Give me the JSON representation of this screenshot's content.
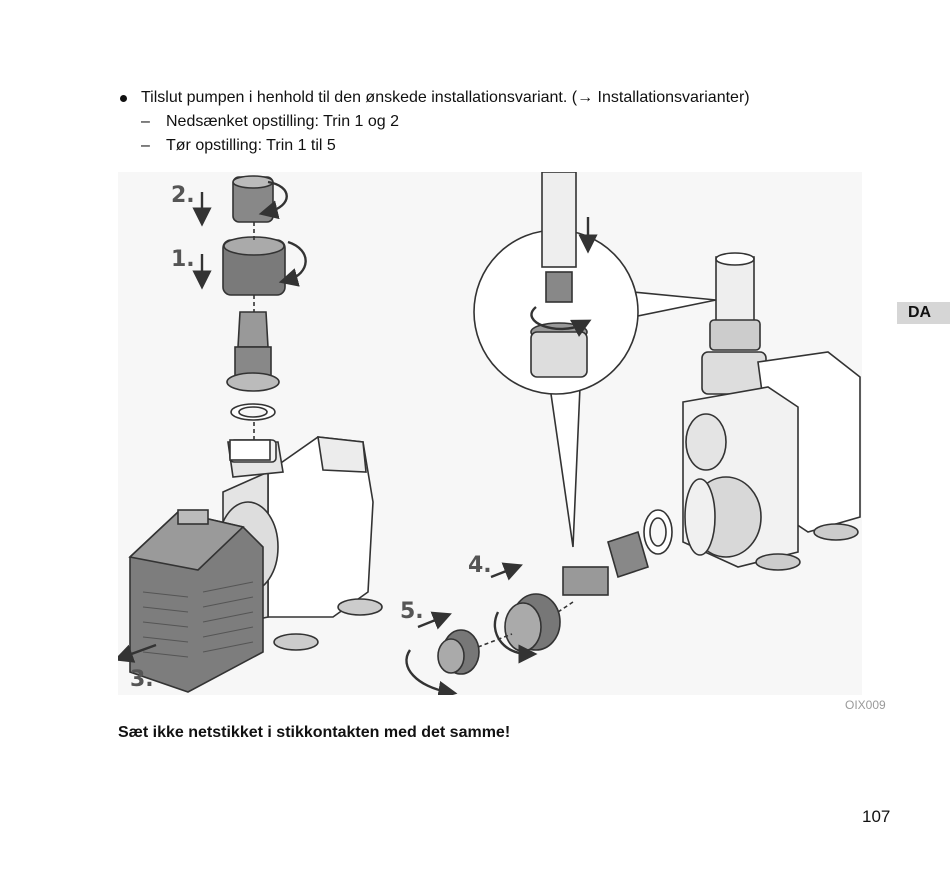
{
  "instructions": {
    "main": "Tilslut pumpen i henhold til den ønskede installationsvariant. (→ Installationsvarianter)",
    "sub": [
      "Nedsænket opstilling: Trin 1 og 2",
      "Tør opstilling: Trin 1 til 5"
    ]
  },
  "figure": {
    "code": "OIX009",
    "steps": [
      "1.",
      "2.",
      "3.",
      "4.",
      "5."
    ]
  },
  "language_tab": "DA",
  "warning": "Sæt ikke netstikket i stikkontakten med det samme!",
  "page_number": "107"
}
